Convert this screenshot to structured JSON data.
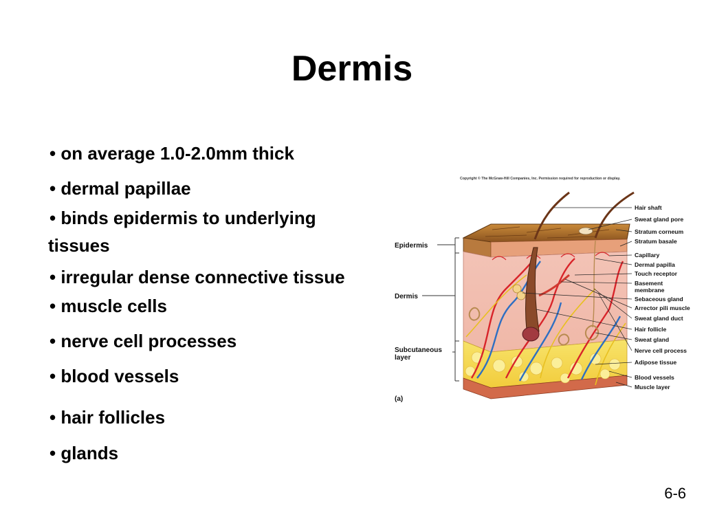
{
  "slide": {
    "title": "Dermis",
    "bullets": [
      "• on average 1.0-2.0mm thick",
      "• dermal papillae",
      "• binds epidermis to underlying",
      "tissues",
      "• irregular dense connective tissue",
      "• muscle cells",
      "• nerve cell processes",
      "• blood vessels",
      "• hair follicles",
      "• glands"
    ],
    "page_number": "6-6"
  },
  "figure": {
    "copyright": "Copyright © The McGraw-Hill Companies, Inc. Permission required for reproduction or display.",
    "panel_label": "(a)",
    "left_labels": {
      "epidermis": "Epidermis",
      "dermis": "Dermis",
      "subcutaneous_1": "Subcutaneous",
      "subcutaneous_2": "layer"
    },
    "right_labels": [
      "Hair shaft",
      "Sweat gland pore",
      "Stratum corneum",
      "Stratum basale",
      "Capillary",
      "Dermal papilla",
      "Touch receptor",
      "Basement",
      "membrane",
      "Sebaceous gland",
      "Arrector pili muscle",
      "Sweat gland duct",
      "Hair follicle",
      "Sweat gland",
      "Nerve cell process",
      "Adipose tissue",
      "Blood vessels",
      "Muscle layer"
    ]
  }
}
